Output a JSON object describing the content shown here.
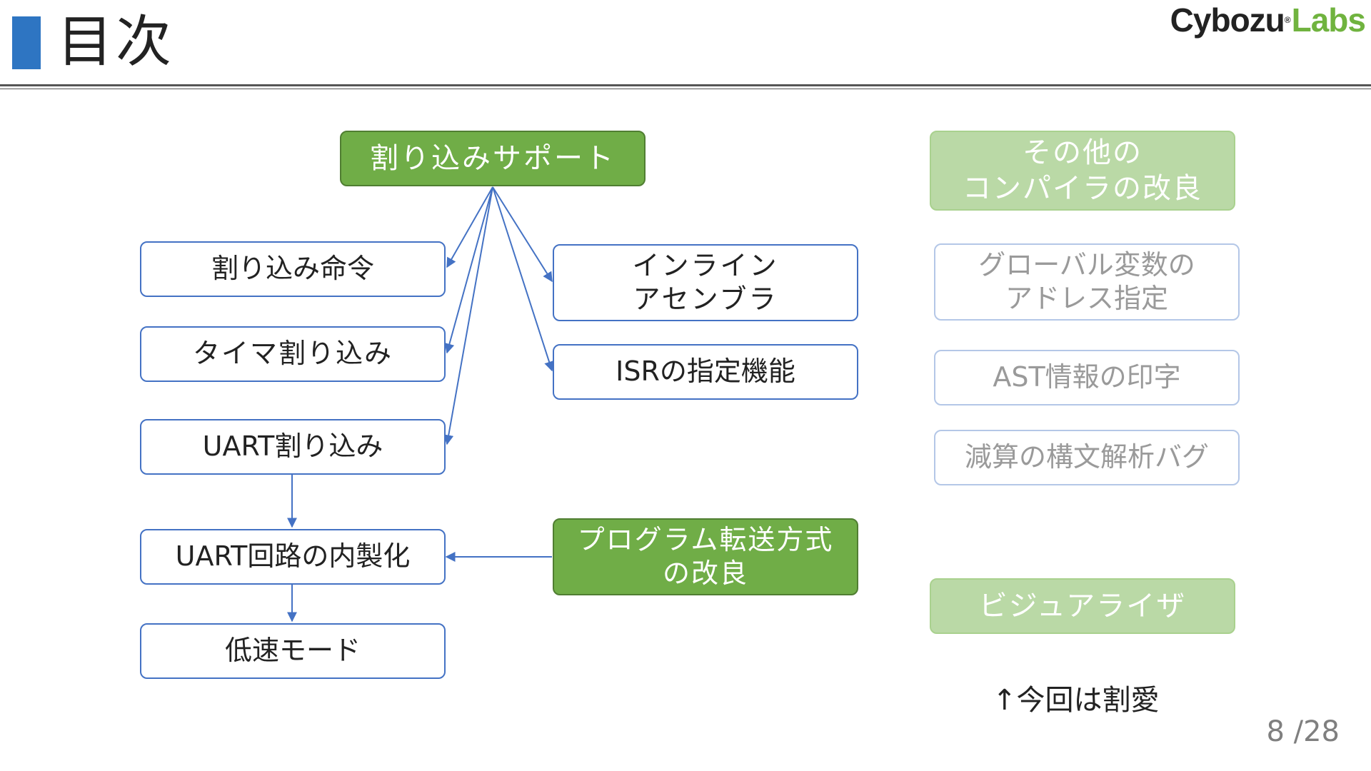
{
  "slide": {
    "title": "目次",
    "logo_primary": "Cybozu",
    "logo_mark": "®",
    "logo_secondary": "Labs",
    "page_number": "8 /28",
    "note": "↑今回は割愛"
  },
  "colors": {
    "accent_blue": "#2e75c2",
    "box_border": "#4472c4",
    "arrow": "#4472c4",
    "green": "#70ad47",
    "pale_green": "#bad9a6",
    "pale_border": "#b4c7e7",
    "logo_green": "#70b33f"
  },
  "diagram": {
    "interrupt_support": "割り込みサポート",
    "interrupt_instruction": "割り込み命令",
    "timer_interrupt": "タイマ割り込み",
    "uart_interrupt": "UART割り込み",
    "uart_circuit": "UART回路の内製化",
    "low_speed_mode": "低速モード",
    "inline_assembler": "インライン\nアセンブラ",
    "isr_designation": "ISRの指定機能",
    "program_transfer": "プログラム転送方式\nの改良",
    "other_compiler": "その他の\nコンパイラの改良",
    "global_var_address": "グローバル変数の\nアドレス指定",
    "ast_print": "AST情報の印字",
    "subtraction_bug": "減算の構文解析バグ",
    "visualizer": "ビジュアライザ"
  }
}
